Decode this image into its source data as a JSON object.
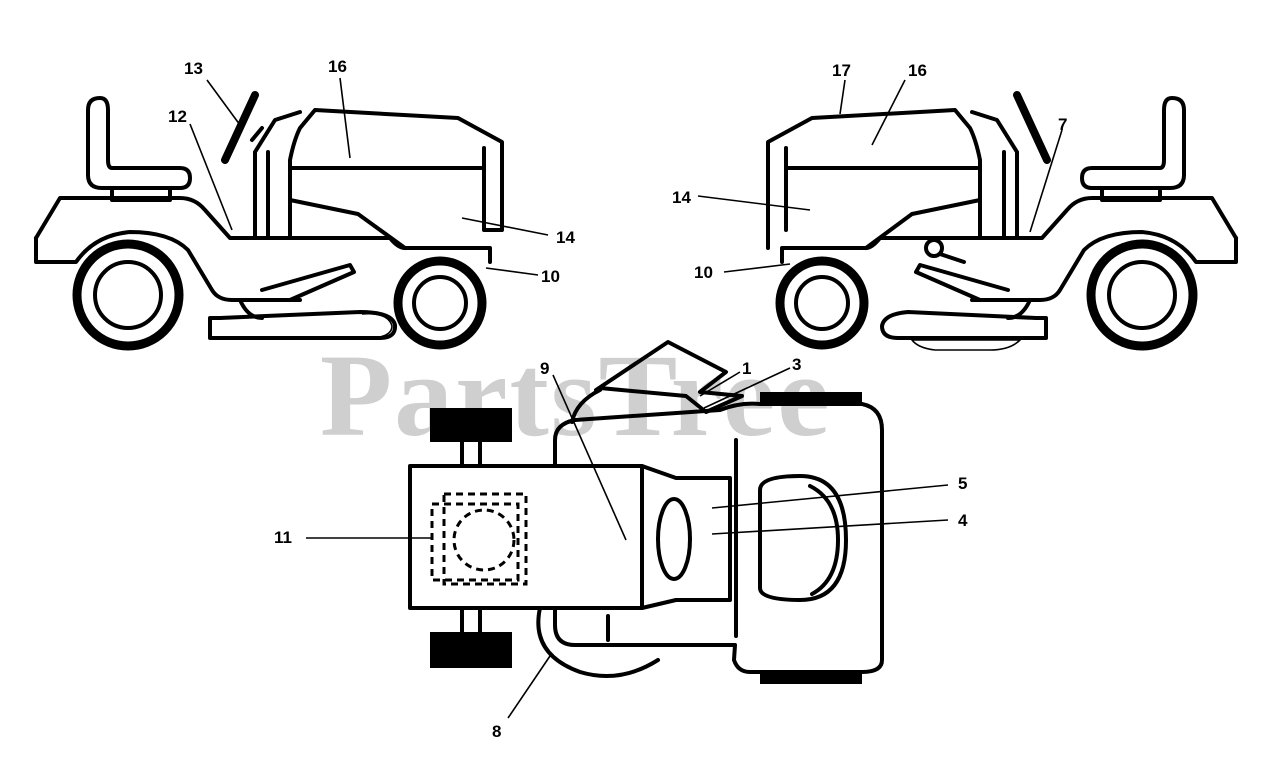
{
  "watermark": "PartsTree",
  "callouts": {
    "c1": "1",
    "c3": "3",
    "c4": "4",
    "c5": "5",
    "c7": "7",
    "c8": "8",
    "c9": "9",
    "c10_left": "10",
    "c10_right": "10",
    "c11": "11",
    "c12": "12",
    "c13": "13",
    "c14_left": "14",
    "c14_right": "14",
    "c16_left": "16",
    "c16_right": "16",
    "c17": "17"
  }
}
